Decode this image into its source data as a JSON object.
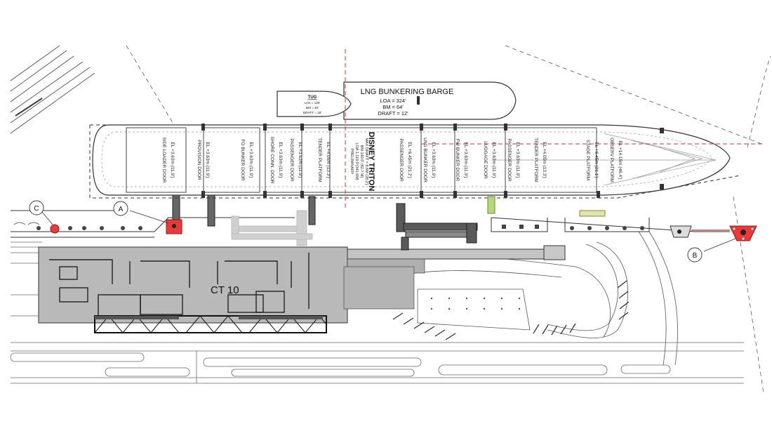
{
  "barge": {
    "title": "LNG BUNKERING BARGE",
    "loa": "LOA = 324'",
    "bm": "BM = 64'",
    "draft": "DRAFT = 12'"
  },
  "tug": {
    "title": "TUG",
    "loa": "LOA = 120'",
    "bm": "BM = 40'",
    "draft": "DRAFT = 18'"
  },
  "ship": {
    "name": "DISNEY TRITON",
    "specs": [
      "PRELIMINARY",
      "LOA 1,119.0'(341.0M)",
      "BM 140.0' (42.7 M)",
      "MAX DRAFT = 8.6M (28.2')"
    ],
    "doors": [
      {
        "name": "SIDE LOADER DOOR",
        "elev": "EL +3.63m (11.9')"
      },
      {
        "name": "PROVISION DOOR",
        "elev": "EL +3.63m (11.9')"
      },
      {
        "name": "FO BUNKER DOOR",
        "elev": "EL +3.63m (11.9')"
      },
      {
        "name": "SHORE CONN. DOOR",
        "elev": "EL +3.63m (11.9')"
      },
      {
        "name": "PASSENGER DOOR",
        "elev": "EL +3.63m (11.9')"
      },
      {
        "name": "TENDER PLATFORM",
        "elev": "EL +4.05m (13.3')"
      },
      {
        "name": "PASSENGER DOOR",
        "elev": "EL +6.45m (21.2')"
      },
      {
        "name": "LNG BUNKER DOOR",
        "elev": "EL +3.63m (11.9')"
      },
      {
        "name": "FW BUNKER DOOR",
        "elev": "EL +3.63m (11.9')"
      },
      {
        "name": "LUGGAGE DOOR",
        "elev": "EL +3.63m (11.9')"
      },
      {
        "name": "PASSENGER DOOR",
        "elev": "EL +3.63m (11.9')"
      },
      {
        "name": "TENDER PLATFORM",
        "elev": "EL +4.05m (13.3')"
      },
      {
        "name": "STAGE PLATFORM",
        "elev": "EL +6.45m (21.1')"
      },
      {
        "name": "OBSERV PLATFORM",
        "elev": "EL +14.15m (46.4')"
      }
    ]
  },
  "terminal": {
    "label": "CT 10"
  },
  "markers": {
    "a": "A",
    "b": "B",
    "c": "C"
  },
  "colors": {
    "highlight": "#e02020",
    "ink": "#2a2a2a",
    "fill": "#b9b9b9",
    "guide": "#e03030"
  }
}
